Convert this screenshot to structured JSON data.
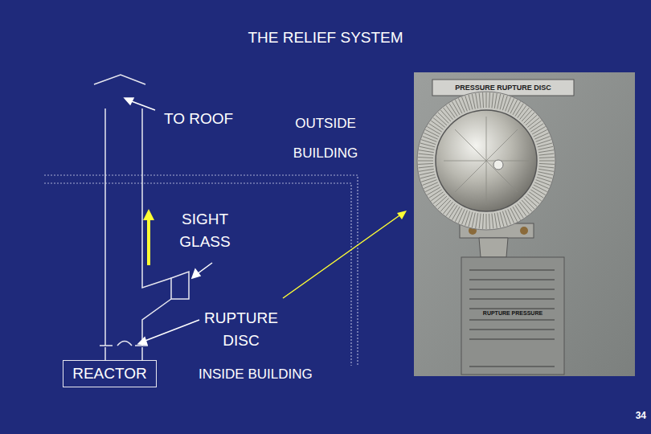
{
  "diagram": {
    "title": "THE RELIEF SYSTEM",
    "nodes": [
      {
        "text": [
          "REACTOR"
        ]
      }
    ],
    "labels": [
      "TO ROOF",
      "OUTSIDE BUILDING",
      "SIGHT GLASS",
      "RUPTURE DISC",
      "INSIDE BUILDING",
      "34",
      "PRESSURE RUPTURE DISC",
      "RUPTURE PRESSURE"
    ]
  }
}
